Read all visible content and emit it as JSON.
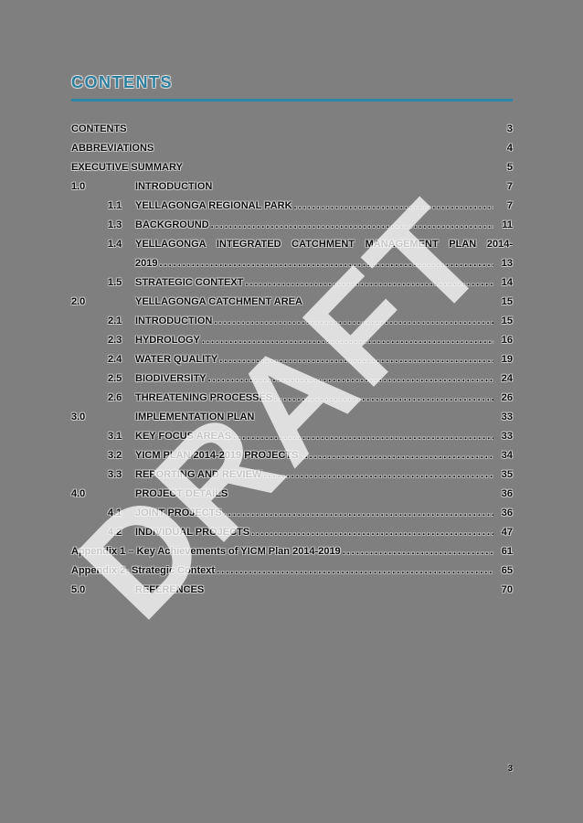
{
  "page": {
    "background_color": "#7f7f7f",
    "accent_color": "#2E7F9E",
    "rule_color": "#2E86A8",
    "footer_page_number": "3"
  },
  "heading": {
    "title": "CONTENTS"
  },
  "watermark": {
    "text": "DRAFT"
  },
  "toc": {
    "entries": [
      {
        "level": "plain",
        "num": "",
        "title": "CONTENTS",
        "page": "3",
        "leader": false
      },
      {
        "level": "plain",
        "num": "",
        "title": "ABBREVIATIONS",
        "page": "4",
        "leader": false
      },
      {
        "level": "plain",
        "num": "",
        "title": "EXECUTIVE SUMMARY",
        "page": "5",
        "leader": false
      },
      {
        "level": "top",
        "num": "1.0",
        "title": "INTRODUCTION",
        "page": "7",
        "leader": false
      },
      {
        "level": "sub",
        "num": "1.1",
        "title": "YELLAGONGA REGIONAL PARK",
        "page": "7",
        "leader": true
      },
      {
        "level": "sub",
        "num": "1.3",
        "title": "BACKGROUND",
        "page": "11",
        "leader": true
      },
      {
        "level": "sub",
        "num": "1.4",
        "title": "YELLAGONGA INTEGRATED CATCHMENT MANAGEMENT PLAN 2014-",
        "title2": "2019",
        "page": "13",
        "leader": true
      },
      {
        "level": "sub",
        "num": "1.5",
        "title": "STRATEGIC CONTEXT",
        "page": "14",
        "leader": true
      },
      {
        "level": "top",
        "num": "2.0",
        "title": "YELLAGONGA CATCHMENT AREA",
        "page": "15",
        "leader": false
      },
      {
        "level": "sub",
        "num": "2.1",
        "title": "INTRODUCTION",
        "page": "15",
        "leader": true
      },
      {
        "level": "sub",
        "num": "2.3",
        "title": "HYDROLOGY",
        "page": "16",
        "leader": true
      },
      {
        "level": "sub",
        "num": "2.4",
        "title": "WATER QUALITY",
        "page": "19",
        "leader": true
      },
      {
        "level": "sub",
        "num": "2.5",
        "title": "BIODIVERSITY",
        "page": "24",
        "leader": true
      },
      {
        "level": "sub",
        "num": "2.6",
        "title": "THREATENING PROCESSES",
        "page": "26",
        "leader": true
      },
      {
        "level": "top",
        "num": "3.0",
        "title": "IMPLEMENTATION PLAN",
        "page": "33",
        "leader": false
      },
      {
        "level": "sub",
        "num": "3.1",
        "title": "KEY FOCUS AREAS",
        "page": "33",
        "leader": true
      },
      {
        "level": "sub",
        "num": "3.2",
        "title": "YICM PLAN 2014-2019 PROJECTS",
        "page": "34",
        "leader": true
      },
      {
        "level": "sub",
        "num": "3.3",
        "title": "REPORTING AND REVIEW",
        "page": "35",
        "leader": true
      },
      {
        "level": "top",
        "num": "4.0",
        "title": "PROJECT DETAILS",
        "page": "36",
        "leader": false
      },
      {
        "level": "sub",
        "num": "4.1",
        "title": "JOINT PROJECTS",
        "page": "36",
        "leader": true
      },
      {
        "level": "sub",
        "num": "4.2",
        "title": "INDIVIDUAL PROJECTS",
        "page": "47",
        "leader": true
      },
      {
        "level": "appendix",
        "num": "",
        "title": "Appendix 1 – Key Achievements of YICM Plan 2014-2019",
        "page": "61",
        "leader": true
      },
      {
        "level": "appendix",
        "num": "",
        "title": "Appendix 2- Strategic Context",
        "page": "65",
        "leader": true
      },
      {
        "level": "top",
        "num": "5.0",
        "title": "REFERENCES",
        "page": "70",
        "leader": false
      }
    ]
  }
}
